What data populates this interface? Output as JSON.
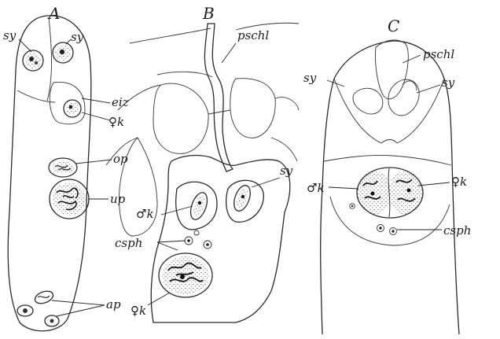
{
  "panels": {
    "A": {
      "title": "A",
      "labels": {
        "sy1": "sy",
        "sy2": "sy",
        "eiz": "eiz",
        "ek": "♀k",
        "op": "op",
        "up": "up",
        "ap": "ap"
      }
    },
    "B": {
      "title": "B",
      "labels": {
        "pschl": "pschl",
        "sy": "sy",
        "mk": "♂k",
        "csph": "csph",
        "fk": "♀k"
      }
    },
    "C": {
      "title": "C",
      "labels": {
        "pschl": "pschl",
        "sy1": "sy",
        "sy2": "sy",
        "mk": "♂k",
        "fk": "♀k",
        "csph": "csph"
      }
    }
  },
  "colors": {
    "ink": "#1a1a1a",
    "stipple": "#555555",
    "fill": "#d4d4d4"
  }
}
